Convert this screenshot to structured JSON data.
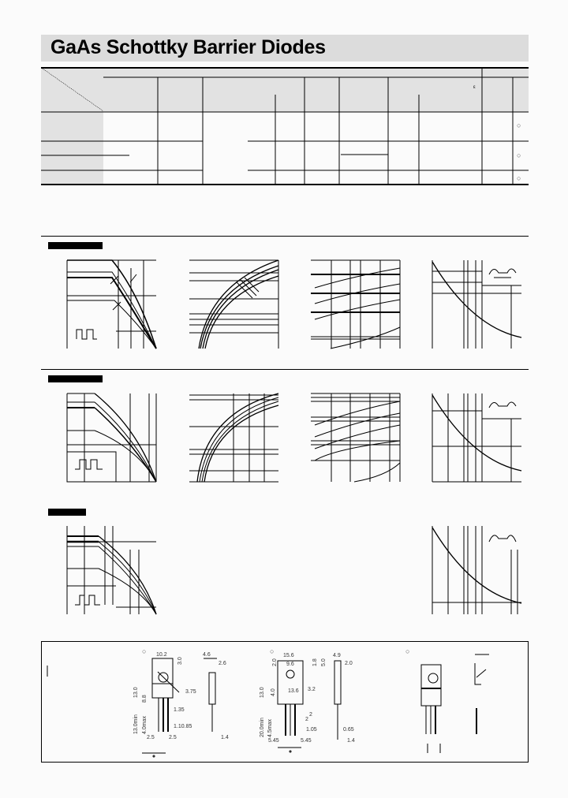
{
  "header": {
    "title": "GaAs Schottky Barrier Diodes"
  },
  "spec_table": {
    "rows": 3,
    "header_marker": "ε",
    "row_markers": [
      "○",
      "○",
      "○"
    ]
  },
  "sections": [
    {
      "id": "series-1",
      "tag": "",
      "graphs": [
        "derating-curve",
        "forward-characteristic",
        "reverse-characteristic",
        "capacitance-curve"
      ]
    },
    {
      "id": "series-2",
      "tag": "",
      "graphs": [
        "derating-curve",
        "forward-characteristic",
        "reverse-characteristic",
        "capacitance-curve"
      ]
    },
    {
      "id": "series-3",
      "tag": "",
      "graphs": [
        "derating-curve",
        "capacitance-curve"
      ]
    }
  ],
  "packages": {
    "pkg1": {
      "marker": "○",
      "dims": [
        "10.2",
        "3.0",
        "4.6",
        "2.6",
        "3.75",
        "13.0",
        "8.8",
        "13.0min",
        "4.0max",
        "1.35",
        "1.10.85",
        "2.5",
        "2.5",
        "1.4"
      ]
    },
    "pkg2": {
      "marker": "○",
      "dims": [
        "15.6",
        "9.6",
        "1.8",
        "5.0",
        "2.0",
        "4.9",
        "2.0",
        "3.2",
        "13.6",
        "13.0",
        "4.0",
        "20.0min",
        "4.5max",
        "2",
        "2",
        "1.05",
        "0.65",
        "5.45",
        "5.45",
        "1.4"
      ]
    },
    "pkg3": {
      "marker": "○"
    }
  }
}
